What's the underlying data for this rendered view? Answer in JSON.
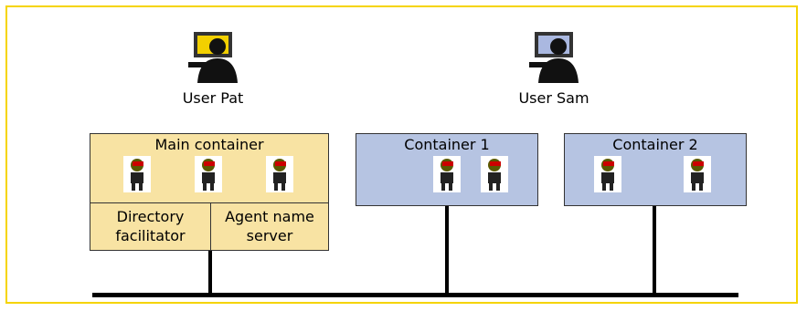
{
  "users": [
    {
      "label": "User Pat",
      "screen_color": "#f2d000"
    },
    {
      "label": "User Sam",
      "screen_color": "#aab8e0"
    }
  ],
  "main_container": {
    "title": "Main container",
    "directory_facilitator": "Directory\nfacilitator",
    "agent_name_server": "Agent name\nserver"
  },
  "container1": {
    "title": "Container 1"
  },
  "container2": {
    "title": "Container 2"
  },
  "colors": {
    "border": "#f5d400",
    "main_fill": "#f8e3a3",
    "container_fill": "#b6c4e2"
  },
  "icons": [
    "user-at-computer-icon",
    "agent-icon"
  ]
}
